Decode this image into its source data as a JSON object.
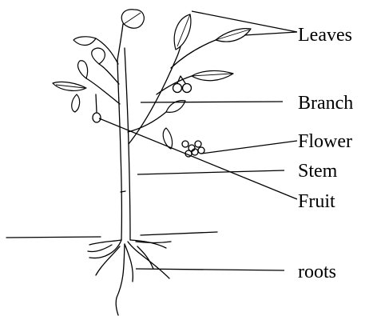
{
  "labels": {
    "leaves": "Leaves",
    "branch": "Branch",
    "flower": "Flower",
    "stem": "Stem",
    "fruit": "Fruit",
    "roots": "roots"
  }
}
